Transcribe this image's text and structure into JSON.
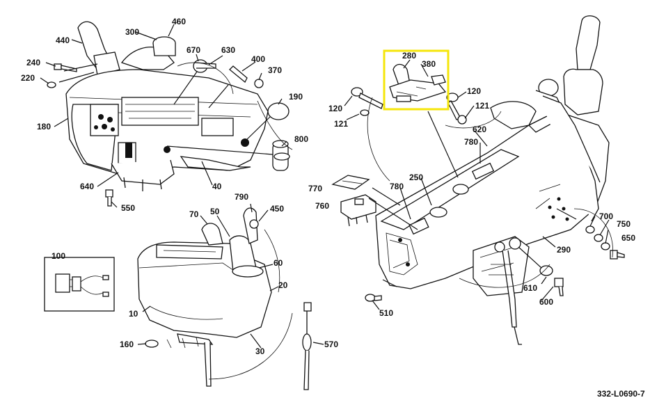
{
  "drawing_code": "332-L0690-7",
  "highlight_color": "#f5e60a",
  "callouts": [
    "440",
    "300",
    "460",
    "240",
    "220",
    "670",
    "630",
    "400",
    "370",
    "190",
    "180",
    "800",
    "640",
    "550",
    "40",
    "70",
    "50",
    "790",
    "450",
    "100",
    "60",
    "20",
    "10",
    "160",
    "30",
    "570",
    "280",
    "380",
    "120",
    "121",
    "120",
    "121",
    "620",
    "780",
    "770",
    "760",
    "780",
    "250",
    "700",
    "750",
    "650",
    "290",
    "610",
    "600",
    "510"
  ]
}
